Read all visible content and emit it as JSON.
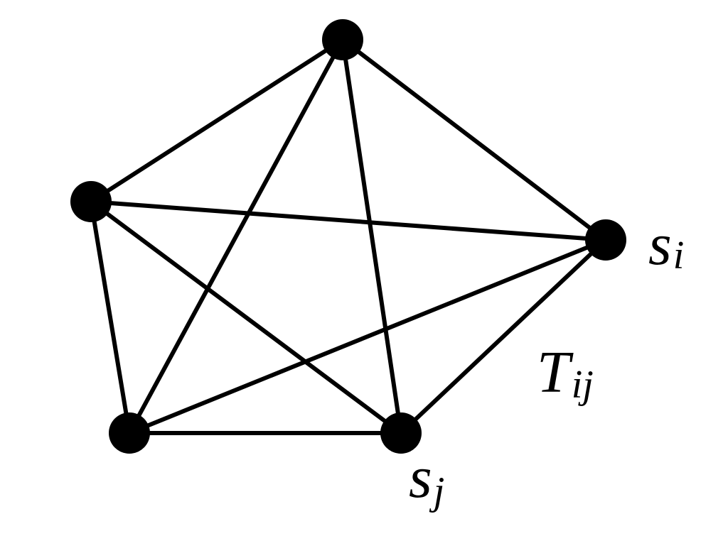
{
  "graph": {
    "type": "complete-graph",
    "node_count": 5,
    "nodes": [
      {
        "id": "n1",
        "label": ""
      },
      {
        "id": "n2",
        "label": ""
      },
      {
        "id": "n3",
        "label": "s_i"
      },
      {
        "id": "n4",
        "label": "s_j"
      },
      {
        "id": "n5",
        "label": ""
      }
    ],
    "edges": [
      [
        "n1",
        "n2"
      ],
      [
        "n1",
        "n3"
      ],
      [
        "n1",
        "n4"
      ],
      [
        "n1",
        "n5"
      ],
      [
        "n2",
        "n3"
      ],
      [
        "n2",
        "n4"
      ],
      [
        "n2",
        "n5"
      ],
      [
        "n3",
        "n4"
      ],
      [
        "n3",
        "n5"
      ],
      [
        "n4",
        "n5"
      ]
    ]
  },
  "labels": {
    "s_i": {
      "base": "s",
      "sub": "i"
    },
    "s_j": {
      "base": "s",
      "sub": "j"
    },
    "t_ij": {
      "base": "T",
      "sub": "ij"
    }
  },
  "colors": {
    "ink": "#000000",
    "background": "#ffffff"
  }
}
